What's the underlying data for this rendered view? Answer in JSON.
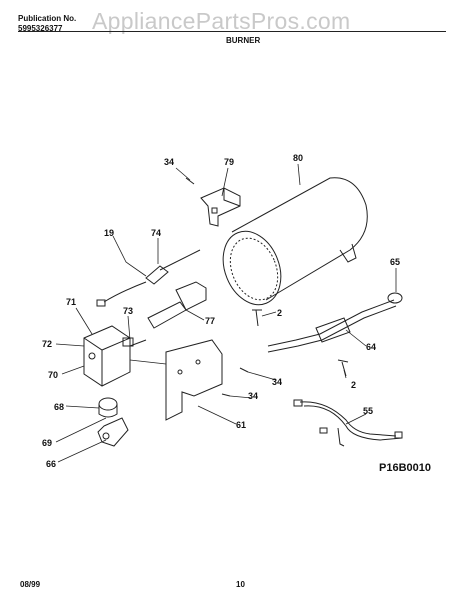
{
  "header": {
    "publication_label": "Publication No.",
    "publication_number": "5995326377",
    "watermark": "AppliancePartsPros.com",
    "section_title": "BURNER"
  },
  "footer": {
    "date": "08/99",
    "page": "10"
  },
  "diagram_code": "P16B0010",
  "callouts": {
    "c34a": "34",
    "c79": "79",
    "c80": "80",
    "c19": "19",
    "c74": "74",
    "c65": "65",
    "c71": "71",
    "c73": "73",
    "c2a": "2",
    "c77": "77",
    "c72": "72",
    "c64": "64",
    "c70": "70",
    "c34b": "34",
    "c2b": "2",
    "c34c": "34",
    "c68": "68",
    "c55": "55",
    "c61": "61",
    "c69": "69",
    "c66": "66"
  }
}
